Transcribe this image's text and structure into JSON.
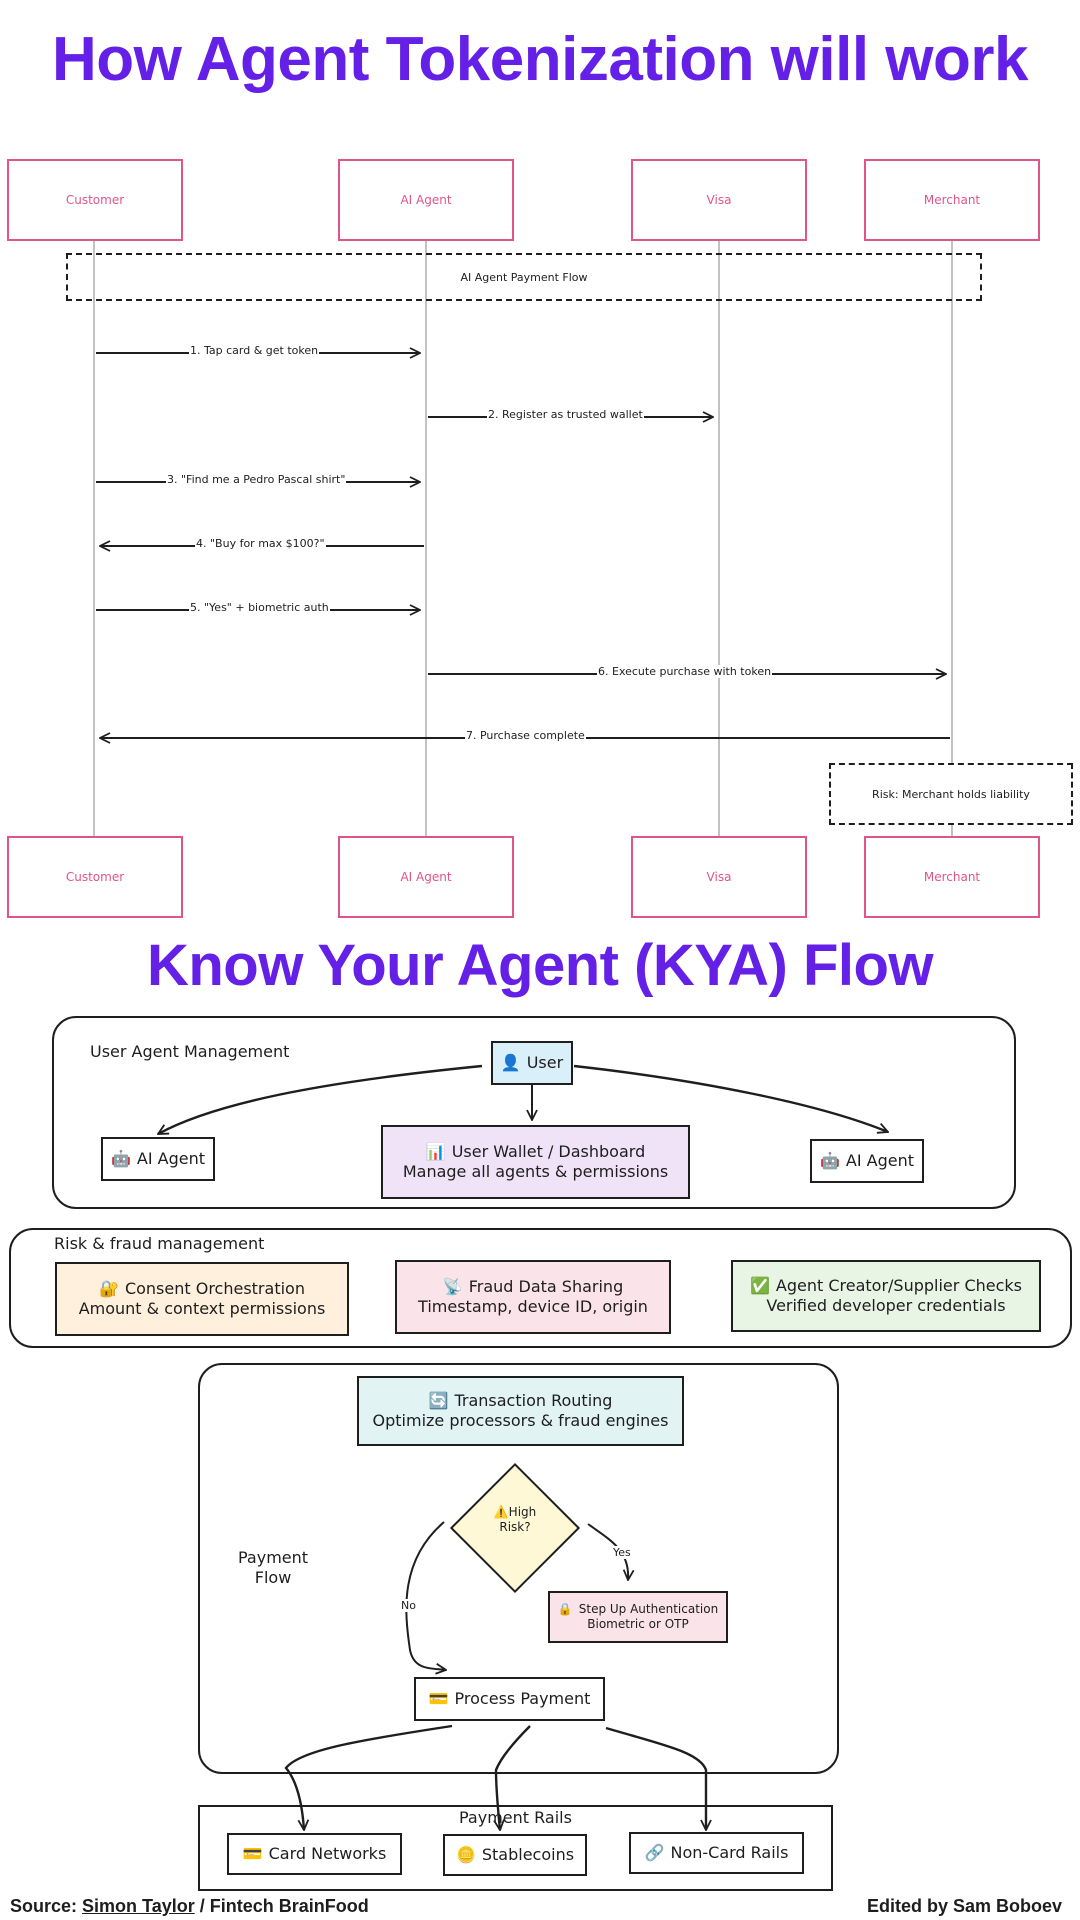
{
  "title_tokenization": "How Agent Tokenization will work",
  "title_kya": "Know Your Agent (KYA) Flow",
  "sequence": {
    "actors": [
      "Customer",
      "AI Agent",
      "Visa",
      "Merchant"
    ],
    "flow_label": "AI Agent Payment Flow",
    "messages": [
      "1. Tap card & get token",
      "2. Register as trusted wallet",
      "3. \"Find me a Pedro Pascal shirt\"",
      "4. \"Buy for max $100?\"",
      "5. \"Yes\" + biometric auth",
      "6. Execute purchase with token",
      "7. Purchase complete"
    ],
    "risk_note": "Risk: Merchant holds liability"
  },
  "kya": {
    "user_mgmt": {
      "title": "User Agent Management",
      "user": "User",
      "user_icon": "bust-icon",
      "agent_left": "AI Agent",
      "agent_right": "AI Agent",
      "agent_icon": "robot-icon",
      "wallet_line1": "User Wallet / Dashboard",
      "wallet_line2": "Manage all agents & permissions",
      "wallet_icon": "bar-chart-icon"
    },
    "risk": {
      "title": "Risk & fraud management",
      "consent_line1": "Consent Orchestration",
      "consent_line2": "Amount & context permissions",
      "fraud_line1": "Fraud Data Sharing",
      "fraud_line2": "Timestamp, device ID, origin",
      "checks_line1": "Agent Creator/Supplier Checks",
      "checks_line2": "Verified developer credentials"
    },
    "payment": {
      "title_line1": "Payment",
      "title_line2": "Flow",
      "routing_line1": "Transaction Routing",
      "routing_line2": "Optimize processors & fraud engines",
      "decision_line1": "High",
      "decision_line2": "Risk?",
      "yes_label": "Yes",
      "no_label": "No",
      "stepup_line1": "Step Up Authentication",
      "stepup_line2": "Biometric or OTP",
      "process": "Process Payment"
    },
    "rails": {
      "title": "Payment Rails",
      "card": "Card Networks",
      "stable": "Stablecoins",
      "noncard": "Non-Card Rails"
    }
  },
  "footer": {
    "source_prefix": "Source: ",
    "source_author": "Simon Taylor",
    "source_suffix": " / Fintech BrainFood",
    "edited": "Edited by Sam Boboev"
  },
  "colors": {
    "title": "#6420e6",
    "actor_border": "#e0548a",
    "user_fill": "#d9f0fb",
    "wallet_fill": "#f0e3f7",
    "consent_fill": "#fef0dc",
    "fraud_fill": "#fbe3ea",
    "checks_fill": "#e8f5e4",
    "routing_fill": "#e1f3f3",
    "decision_fill": "#fef8d6",
    "stepup_fill": "#fbe3ea"
  }
}
